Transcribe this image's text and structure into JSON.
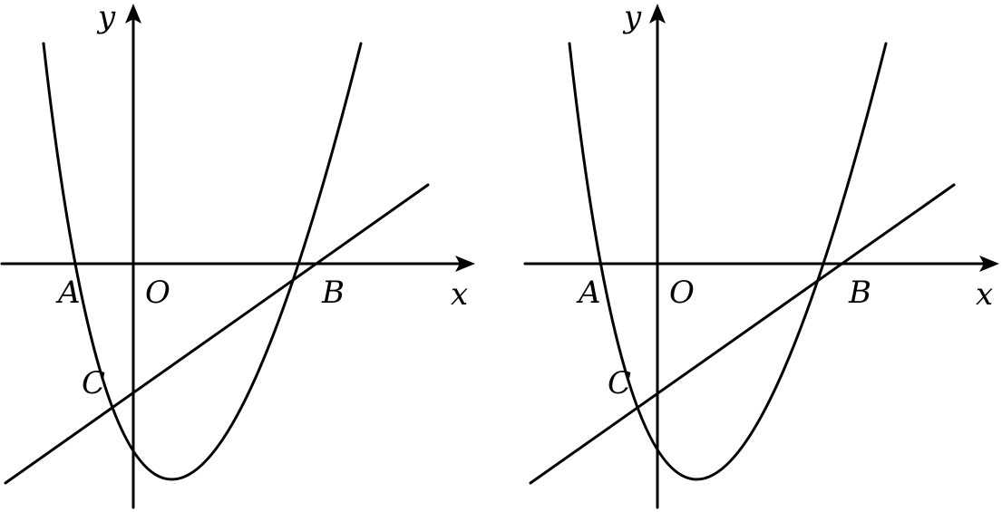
{
  "panels": [
    {
      "labels": {
        "x_axis": "x",
        "y_axis": "y",
        "origin": "O",
        "point_a": "A",
        "point_b": "B",
        "point_c": "C"
      }
    },
    {
      "labels": {
        "x_axis": "x",
        "y_axis": "y",
        "origin": "O",
        "point_a": "A",
        "point_b": "B",
        "point_c": "C"
      }
    }
  ],
  "colors": {
    "stroke": "#000000",
    "background": "#ffffff"
  }
}
